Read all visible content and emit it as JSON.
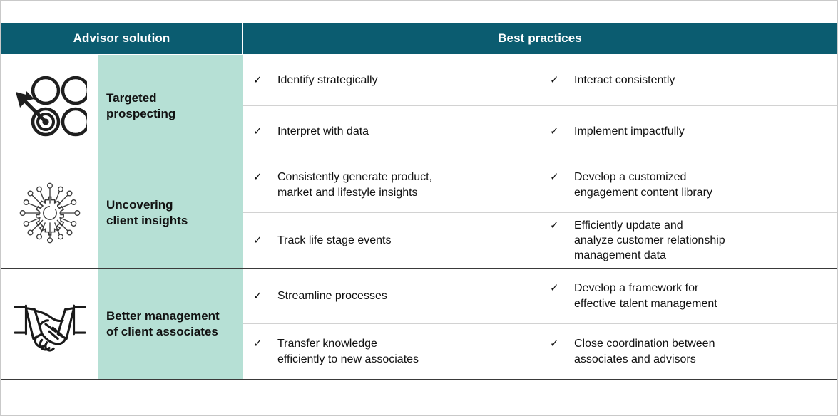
{
  "table": {
    "columns": {
      "advisor_solution": "Advisor solution",
      "best_practices": "Best practices"
    },
    "colors": {
      "header_bg": "#0b5c70",
      "header_text": "#ffffff",
      "label_bg": "#b6e0d5",
      "body_bg": "#ffffff",
      "row_divider": "#3a3a3a",
      "subrow_divider": "#d2d2d2",
      "outer_border": "#c9c9c9",
      "text": "#111111"
    },
    "check_glyph": "✓",
    "rows": [
      {
        "icon": "target-prospecting-icon",
        "solution": "Targeted\nprospecting",
        "practices": [
          {
            "left": "Identify strategically",
            "right": "Interact consistently"
          },
          {
            "left": "Interpret with data",
            "right": "Implement impactfully"
          }
        ]
      },
      {
        "icon": "gear-network-insights-icon",
        "solution": "Uncovering\nclient insights",
        "practices": [
          {
            "left": "Consistently generate product,\nmarket and lifestyle insights",
            "right": "Develop a customized\nengagement content library"
          },
          {
            "left": "Track life stage events",
            "right": "Efficiently update and\nanalyze customer relationship\nmanagement data"
          }
        ]
      },
      {
        "icon": "handshake-icon",
        "solution": "Better management\nof client associates",
        "practices": [
          {
            "left": "Streamline processes",
            "right": "Develop a framework for\neffective talent management"
          },
          {
            "left": "Transfer knowledge\nefficiently to new associates",
            "right": "Close coordination between\nassociates and advisors"
          }
        ]
      }
    ]
  }
}
